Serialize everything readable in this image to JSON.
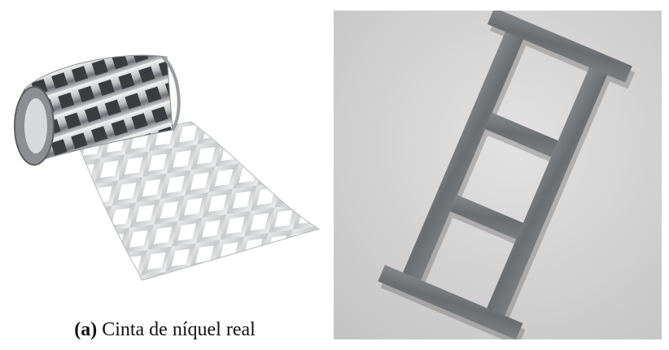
{
  "figure": {
    "panel_a": {
      "image_name": "nickel-strip-roll-photo",
      "caption_label": "(a)",
      "caption_text": "Cinta de níquel real"
    },
    "panel_b": {
      "image_name": "nickel-strip-render"
    }
  },
  "colors": {
    "render_background": "#cfcfcf",
    "strip_metal": "#6f7275",
    "caption_text": "#111111"
  }
}
